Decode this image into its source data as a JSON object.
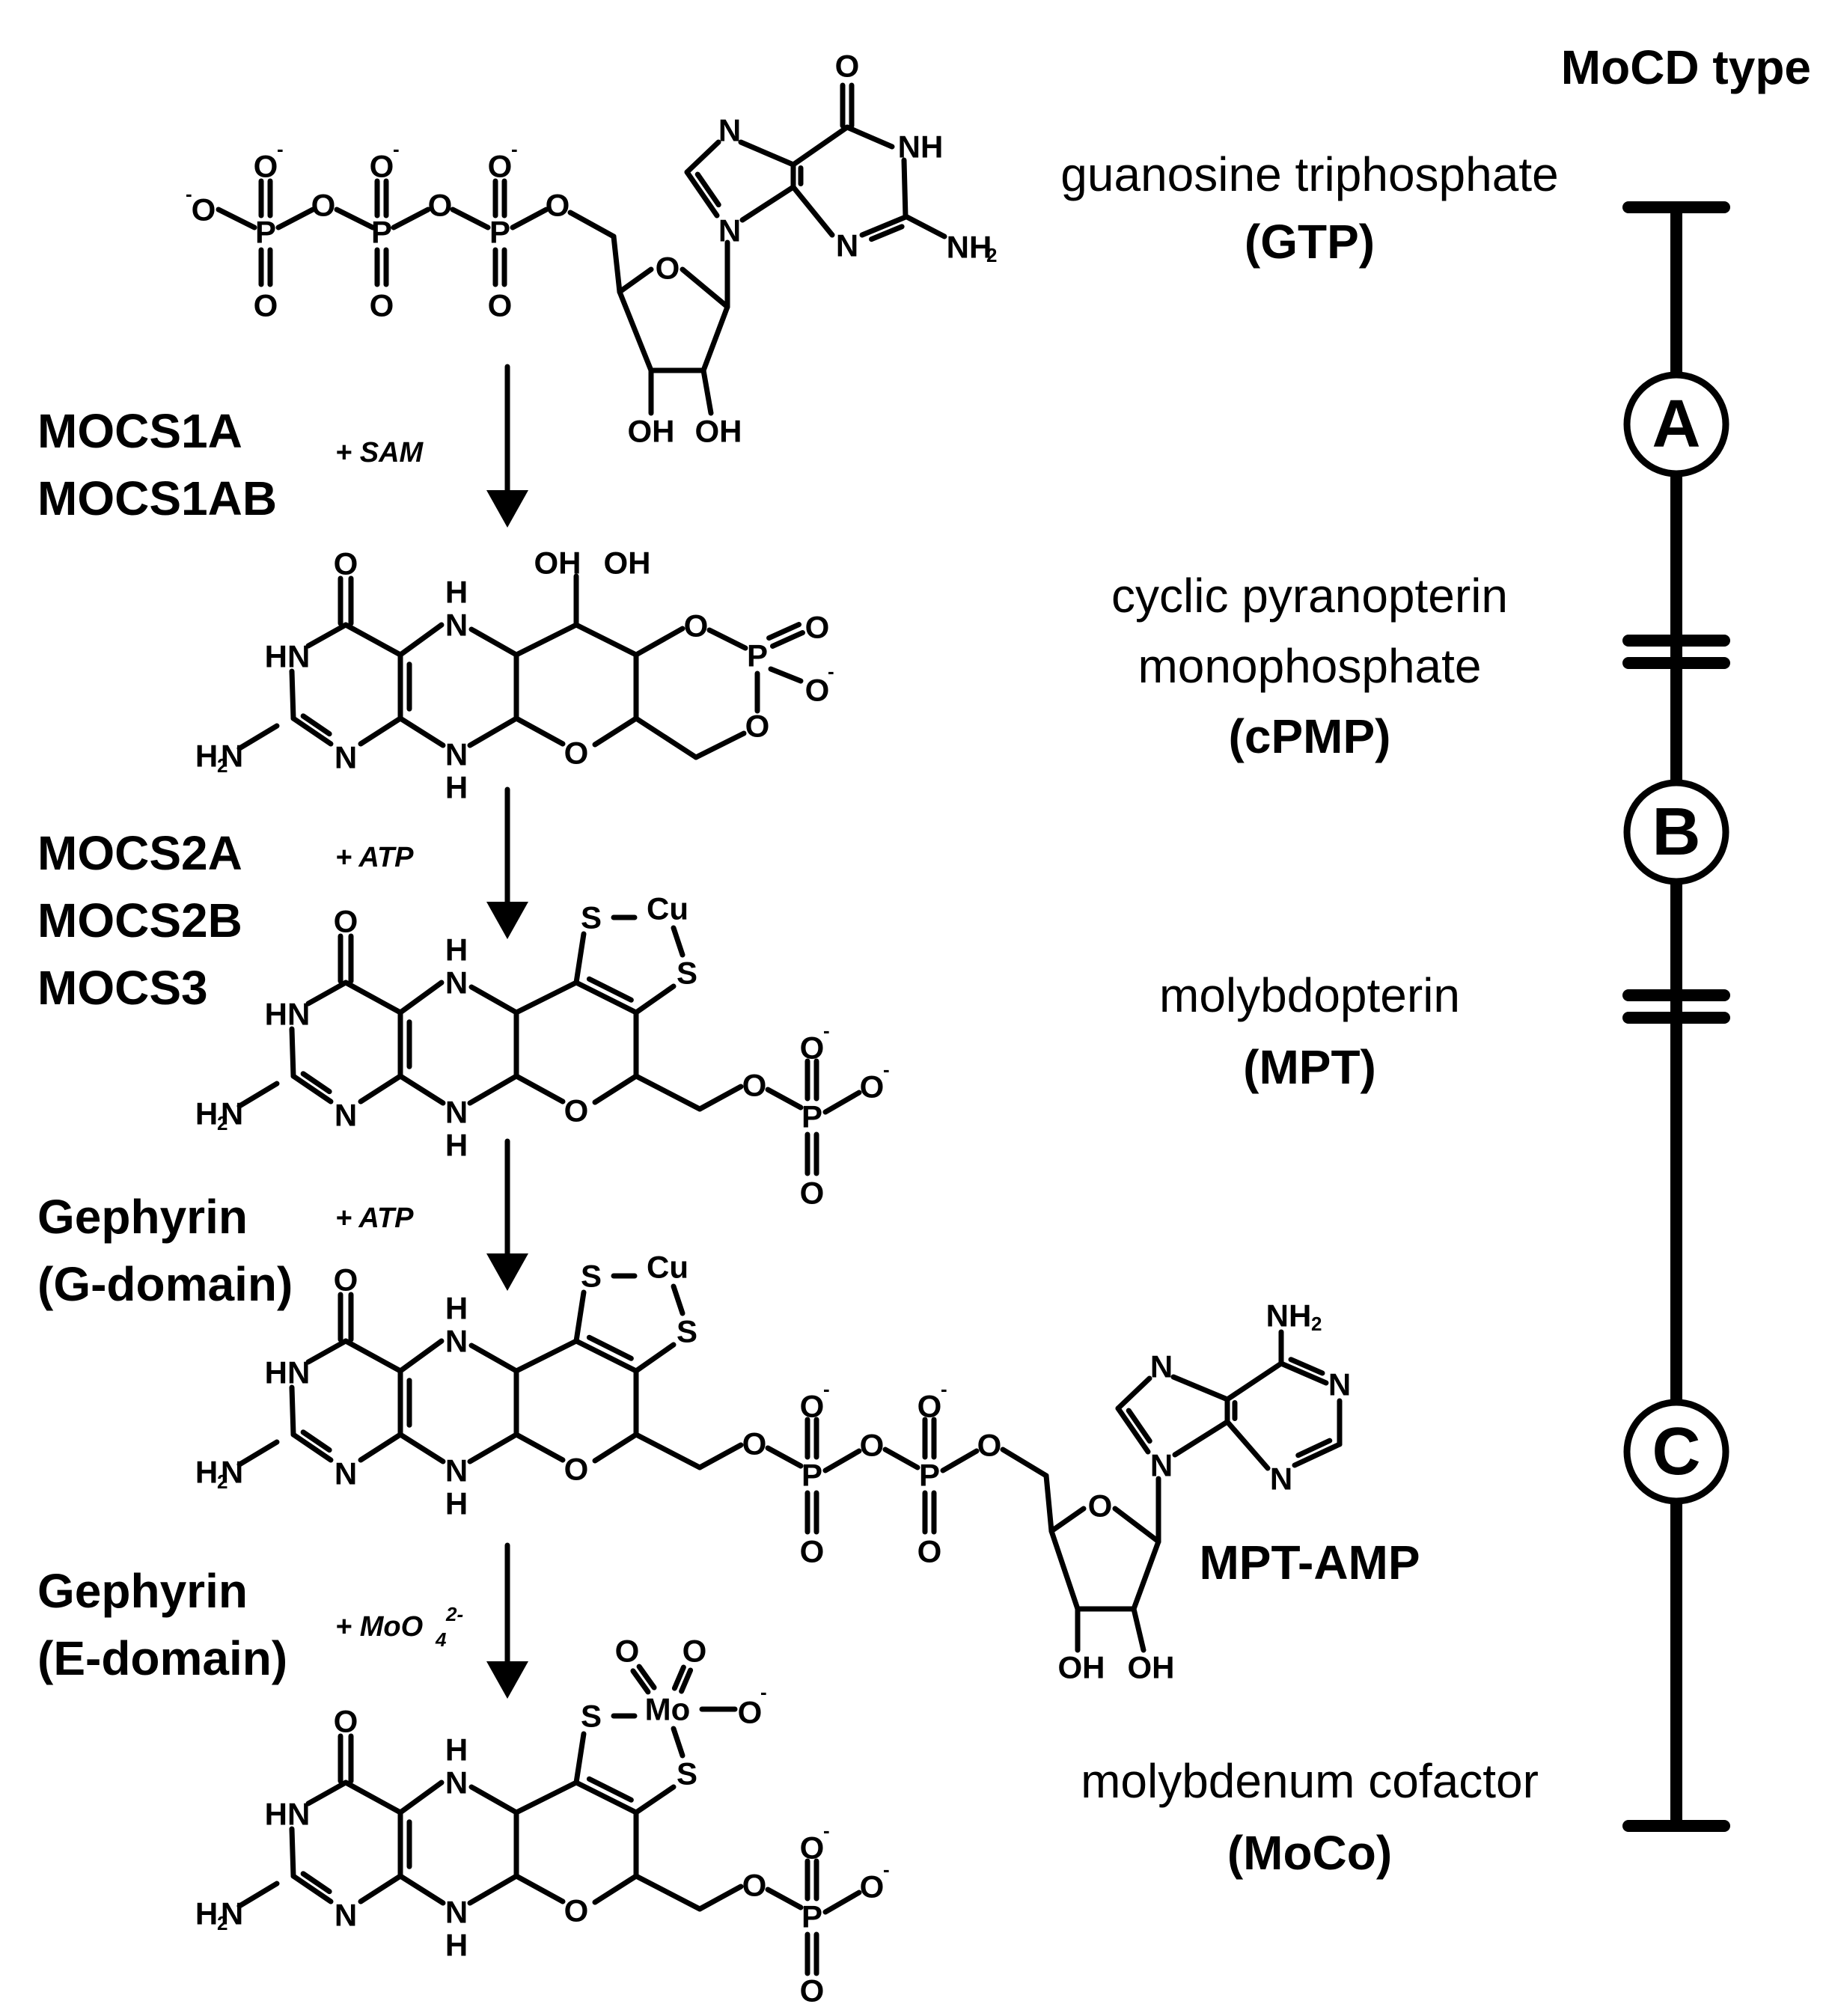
{
  "header": {
    "title": "MoCD type"
  },
  "compounds": {
    "gtp": {
      "name": "guanosine triphosphate",
      "abbr": "(GTP)"
    },
    "cpmp": {
      "name_line1": "cyclic pyranopterin",
      "name_line2": "monophosphate",
      "abbr": "(cPMP)"
    },
    "mpt": {
      "name": "molybdopterin",
      "abbr": "(MPT)"
    },
    "mptamp": {
      "name": "MPT-AMP"
    },
    "moco": {
      "name": "molybdenum cofactor",
      "abbr": "(MoCo)"
    }
  },
  "steps": [
    {
      "enzymes": [
        "MOCS1A",
        "MOCS1AB"
      ],
      "cofactor": "+ SAM"
    },
    {
      "enzymes": [
        "MOCS2A",
        "MOCS2B",
        "MOCS3"
      ],
      "cofactor": "+ ATP"
    },
    {
      "enzymes": [
        "Gephyrin",
        "(G-domain)"
      ],
      "cofactor": "+ ATP"
    },
    {
      "enzymes": [
        "Gephyrin",
        "(E-domain)"
      ],
      "cofactor": "+ MoO",
      "cofactor_sub": "4",
      "cofactor_sup": "2-"
    }
  ],
  "moc_types": [
    "A",
    "B",
    "C"
  ],
  "atoms": {
    "O": "O",
    "OH": "OH",
    "N": "N",
    "NH": "NH",
    "HN": "HN",
    "H": "H",
    "H2N_H": "H",
    "H2N_N": "N",
    "sub2": "2",
    "NH2_N": "NH",
    "P": "P",
    "S": "S",
    "Cu": "Cu",
    "Mo": "Mo",
    "minus": "-"
  }
}
